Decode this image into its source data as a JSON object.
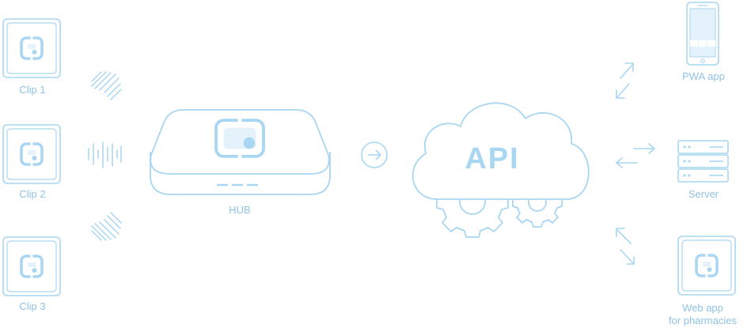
{
  "nodes": {
    "clip1": "Clip 1",
    "clip2": "Clip 2",
    "clip3": "Clip 3",
    "hub": "HUB",
    "api": "API",
    "pwa": "PWA app",
    "server": "Server",
    "webapp_line1": "Web app",
    "webapp_line2": "for pharmacies"
  },
  "colors": {
    "stroke": "#a9d6f2",
    "fill_light": "#e3f2fb",
    "text": "#8fc3e5"
  }
}
